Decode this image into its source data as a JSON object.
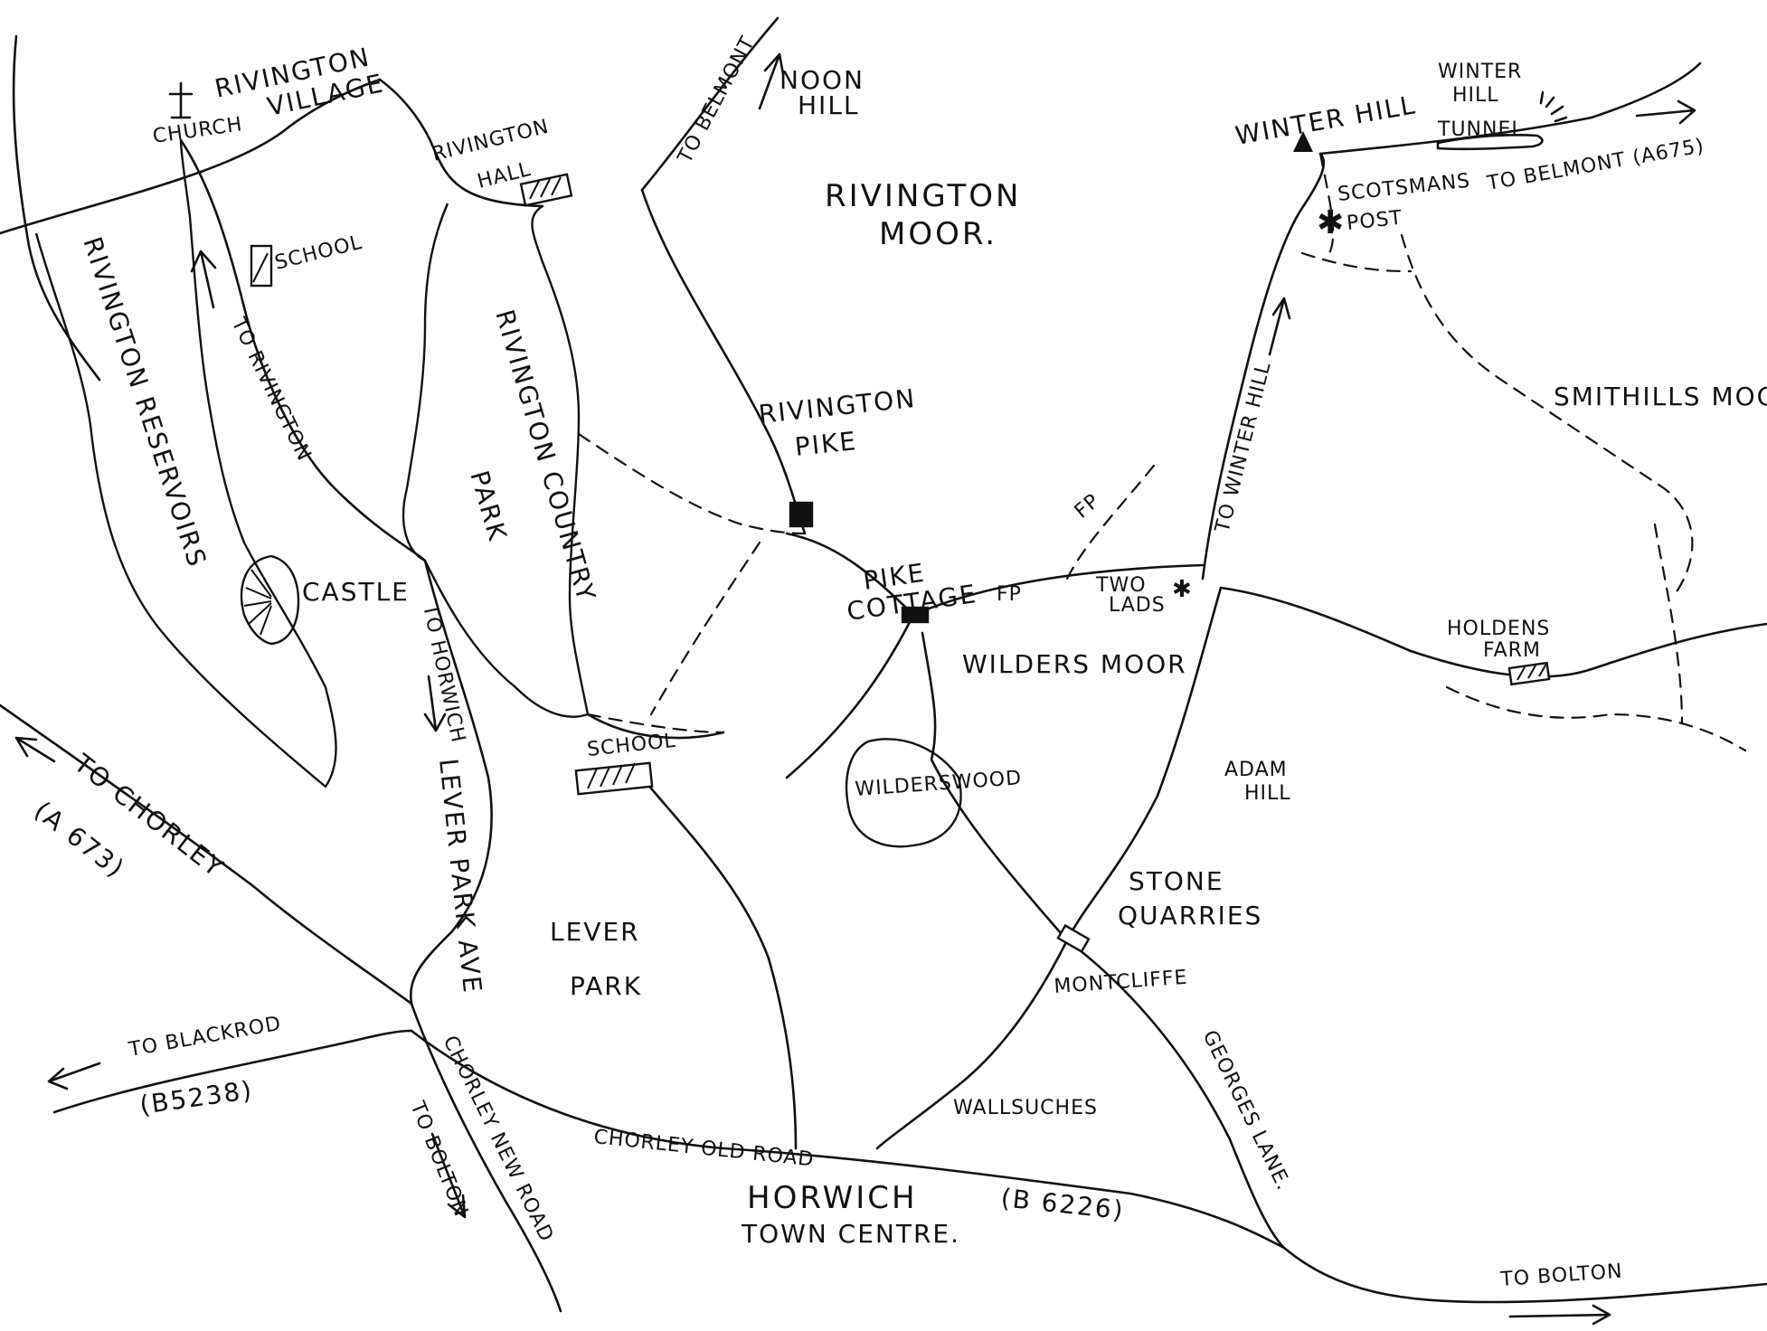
{
  "labels": {
    "rivington_village": "RIVINGTON",
    "village": "VILLAGE",
    "church": "CHURCH",
    "rivington_hall_1": "RIVINGTON",
    "rivington_hall_2": "HALL",
    "to_belmont": "TO BELMONT",
    "noon_hill_1": "NOON",
    "noon_hill_2": "HILL",
    "rivington_moor_1": "RIVINGTON",
    "rivington_moor_2": "MOOR.",
    "winter_hill": "WINTER HILL",
    "winter_hill_tunnel_1": "WINTER",
    "winter_hill_tunnel_2": "HILL",
    "tunnel": "TUNNEL",
    "scotsmans": "SCOTSMANS",
    "post": "POST",
    "to_belmont_a675": "TO BELMONT (A675)",
    "school_north": "SCHOOL",
    "rivington_reservoirs": "RIVINGTON RESERVOIRS",
    "to_rivington": "TO RIVINGTON",
    "rivington_country_park_1": "RIVINGTON COUNTRY",
    "rivington_country_park_2": "PARK",
    "rivington_pike_1": "RIVINGTON",
    "rivington_pike_2": "PIKE",
    "smithills_moor": "SMITHILLS MOOR",
    "to_winter_hill": "TO WINTER HILL",
    "fp_1": "FP",
    "fp_2": "FP",
    "pike_cottage_1": "PIKE",
    "pike_cottage_2": "COTTAGE",
    "two_lads_1": "TWO",
    "two_lads_2": "LADS",
    "castle": "CASTLE",
    "to_horwich": "TO HORWICH",
    "wilders_moor": "WILDERS MOOR",
    "holdens_farm_1": "HOLDENS",
    "holdens_farm_2": "FARM",
    "school_south": "SCHOOL",
    "to_chorley": "TO CHORLEY",
    "a673": "(A 673)",
    "adam_hill_1": "ADAM",
    "adam_hill_2": "HILL",
    "wilderswood": "WILDERSWOOD",
    "lever_park_ave": "LEVER PARK AVE",
    "stone_quarries_1": "STONE",
    "stone_quarries_2": "QUARRIES",
    "lever_park_1": "LEVER",
    "lever_park_2": "PARK",
    "montcliffe": "MONTCLIFFE",
    "to_blackrod": "TO BLACKROD",
    "b5238": "(B5238)",
    "chorley_new_road": "CHORLEY NEW ROAD",
    "to_bolton_west": "TO BOLTON",
    "georges_lane": "GEORGES LANE.",
    "wallsuches": "WALLSUCHES",
    "chorley_old_road": "CHORLEY OLD ROAD",
    "horwich_1": "HORWICH",
    "horwich_2": "TOWN CENTRE.",
    "b6226": "(B 6226)",
    "to_bolton_east": "TO BOLTON"
  }
}
